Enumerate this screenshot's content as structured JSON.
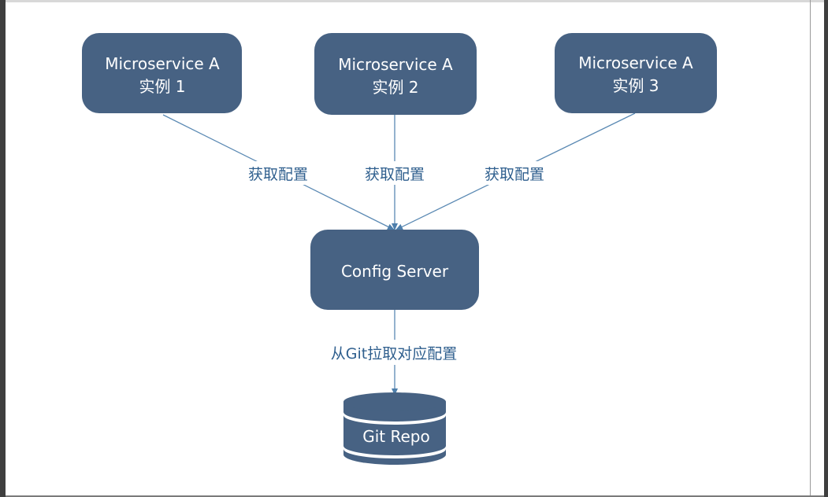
{
  "nodes": {
    "instance1": {
      "line1": "Microservice A",
      "line2": "实例 1"
    },
    "instance2": {
      "line1": "Microservice  A",
      "line2": "实例 2"
    },
    "instance3": {
      "line1": "Microservice A",
      "line2": "实例 3"
    },
    "config_server": {
      "label": "Config Server"
    },
    "git_repo": {
      "label": "Git Repo"
    }
  },
  "edges": {
    "instance1_to_server": {
      "label": "获取配置"
    },
    "instance2_to_server": {
      "label": "获取配置"
    },
    "instance3_to_server": {
      "label": "获取配置"
    },
    "server_to_repo": {
      "label": "从Git拉取对应配置"
    }
  },
  "colors": {
    "node_fill": "#476283",
    "edge_stroke": "#5a89b3",
    "edge_label": "#2f5f8e"
  }
}
